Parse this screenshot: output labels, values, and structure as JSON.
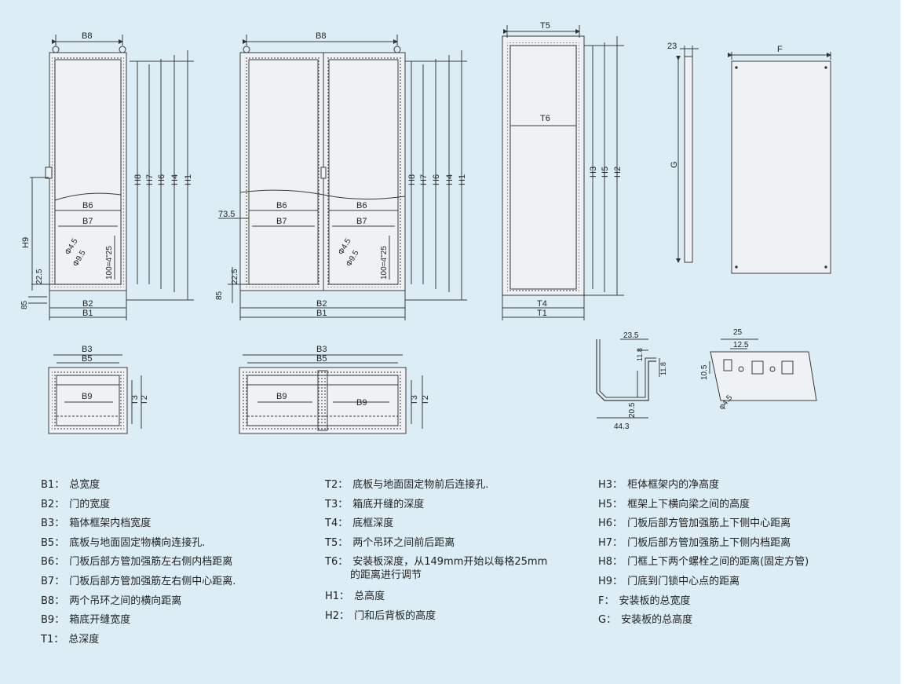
{
  "colors": {
    "background": "#dcedf5",
    "line": "#3a3a3a",
    "fill": "#eef2f4"
  },
  "labels": {
    "front_single": {
      "width_top": "B8",
      "right_dims": [
        "H8",
        "H7",
        "H6",
        "H4",
        "H1"
      ],
      "inner1": "B6",
      "inner2": "B7",
      "left": "H9",
      "bottom1": "B2",
      "bottom2": "B1",
      "hole1": "Φ4.5",
      "hole2": "Φ9.5",
      "pitch": "100=4\"25",
      "gap": "22.5",
      "base": "85"
    },
    "front_double": {
      "width_top": "B8",
      "right_dims": [
        "H8",
        "H7",
        "H6",
        "H4",
        "H1"
      ],
      "inner1a": "B6",
      "inner2a": "B7",
      "inner1b": "B6",
      "inner2b": "B7",
      "offset": "73.5",
      "hole1": "Φ4.5",
      "hole2": "Φ9.5",
      "pitch": "100=4\"25",
      "gap": "22.5",
      "base": "85",
      "bottom1": "B2",
      "bottom2": "B1"
    },
    "side": {
      "top": "T5",
      "inner": "T6",
      "right_dims": [
        "H3",
        "H5",
        "H2"
      ],
      "bottom1": "T4",
      "bottom2": "T1"
    },
    "plate": {
      "thickness": "23",
      "height": "G",
      "width": "F"
    },
    "plan_single": {
      "outer": "B3",
      "inner": "B5",
      "slot": "B9",
      "depth1": "T3",
      "depth2": "T2"
    },
    "plan_double": {
      "outer": "B3",
      "inner": "B5",
      "slot1": "B9",
      "slot2": "B9",
      "depth1": "T3",
      "depth2": "T2"
    },
    "profile": {
      "d1": "23.5",
      "d2": "11.8",
      "d3": "11.8",
      "d4": "20.5",
      "d5": "44.3"
    },
    "rail": {
      "d1": "25",
      "d2": "12.5",
      "d3": "10.5",
      "hole": "φ4.5"
    }
  },
  "legend": {
    "col1": [
      {
        "key": "B1",
        "desc": "总宽度"
      },
      {
        "key": "B2",
        "desc": "门的宽度"
      },
      {
        "key": "B3",
        "desc": "箱体框架内档宽度"
      },
      {
        "key": "B5",
        "desc": "底板与地面固定物横向连接孔."
      },
      {
        "key": "B6",
        "desc": "门板后部方管加强筋左右侧内档距离"
      },
      {
        "key": "B7",
        "desc": "门板后部方管加强筋左右侧中心距离."
      },
      {
        "key": "B8",
        "desc": "两个吊环之间的横向距离"
      },
      {
        "key": "B9",
        "desc": "箱底开缝宽度"
      },
      {
        "key": "T1",
        "desc": "总深度"
      }
    ],
    "col2": [
      {
        "key": "T2",
        "desc": "底板与地面固定物前后连接孔."
      },
      {
        "key": "T3",
        "desc": "箱底开缝的深度"
      },
      {
        "key": "T4",
        "desc": "底框深度"
      },
      {
        "key": "T5",
        "desc": "两个吊环之间前后距离"
      },
      {
        "key": "T6",
        "desc": "安装板深度，从149mm开始以每格25mm",
        "cont": "的距离进行调节"
      },
      {
        "key": "H1",
        "desc": "总高度"
      },
      {
        "key": "H2",
        "desc": "门和后背板的高度"
      }
    ],
    "col3": [
      {
        "key": "H3",
        "desc": "柜体框架内的净高度"
      },
      {
        "key": "H5",
        "desc": "框架上下横向梁之间的高度"
      },
      {
        "key": "H6",
        "desc": "门板后部方管加强筋上下侧中心距离"
      },
      {
        "key": "H7",
        "desc": "门板后部方管加强筋上下侧内档距离"
      },
      {
        "key": "H8",
        "desc": "门框上下两个螺栓之间的距离(固定方管)"
      },
      {
        "key": "H9",
        "desc": "门底到门锁中心点的距离"
      },
      {
        "key": "F",
        "desc": "安装板的总宽度"
      },
      {
        "key": "G",
        "desc": "安装板的总高度"
      }
    ]
  }
}
